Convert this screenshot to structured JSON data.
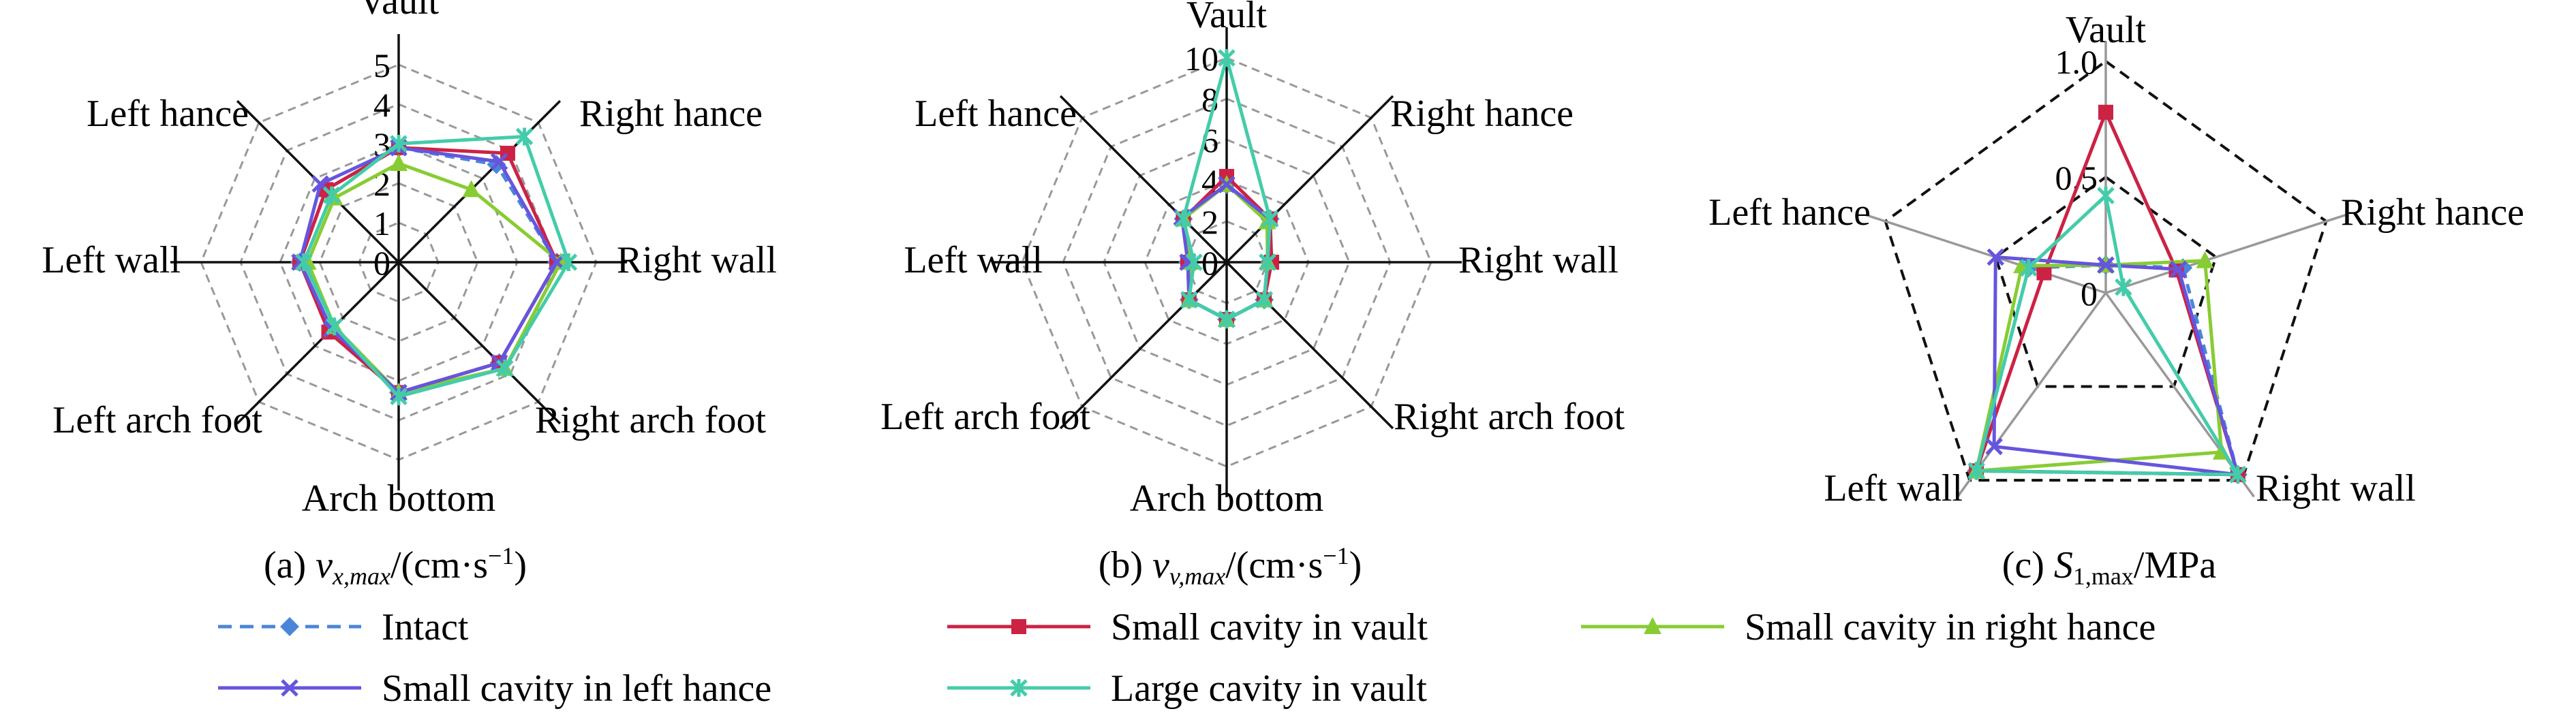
{
  "captions": {
    "a": {
      "prefix": "(a) ",
      "var": "v",
      "sub": "x,max",
      "suffix": "/(cm·s",
      "sup": "−1",
      "end": ")"
    },
    "b": {
      "prefix": "(b) ",
      "var": "v",
      "sub": "v,max",
      "suffix": "/(cm·s",
      "sup": "−1",
      "end": ")"
    },
    "c": {
      "prefix": "(c) ",
      "var": "S",
      "sub": "1,max",
      "suffix": "/MPa"
    }
  },
  "legend": [
    {
      "name": "Intact",
      "color": "#4a86d8",
      "marker": "diamond",
      "dash": true
    },
    {
      "name": "Small cavity in vault",
      "color": "#cc2244",
      "marker": "square",
      "dash": false
    },
    {
      "name": "Small cavity in right hance",
      "color": "#88cc33",
      "marker": "triangle",
      "dash": false
    },
    {
      "name": "Small cavity in left hance",
      "color": "#6655dd",
      "marker": "x",
      "dash": false
    },
    {
      "name": "Large cavity in vault",
      "color": "#44ccaa",
      "marker": "star",
      "dash": false
    }
  ],
  "chart_data": [
    {
      "type": "radar",
      "axes": [
        "Vault",
        "Right hance",
        "Right wall",
        "Right arch foot",
        "Arch bottom",
        "Left arch foot",
        "Left wall",
        "Left hance"
      ],
      "rmin": 0,
      "rmax": 5,
      "ticks": [
        "0",
        "1",
        "2",
        "3",
        "4",
        "5"
      ],
      "grid": true,
      "series": [
        {
          "name": "Intact",
          "values": [
            2.9,
            3.5,
            4.0,
            3.6,
            3.3,
            2.4,
            2.5,
            2.6
          ]
        },
        {
          "name": "Small cavity in vault",
          "values": [
            2.9,
            3.9,
            4.0,
            3.6,
            3.3,
            2.5,
            2.5,
            2.6
          ]
        },
        {
          "name": "Small cavity in right hance",
          "values": [
            2.5,
            2.6,
            4.1,
            3.8,
            3.3,
            2.3,
            2.3,
            2.3
          ]
        },
        {
          "name": "Small cavity in left hance",
          "values": [
            2.9,
            3.6,
            4.0,
            3.6,
            3.3,
            2.4,
            2.5,
            2.8
          ]
        },
        {
          "name": "Large cavity in vault",
          "values": [
            3.0,
            4.5,
            4.3,
            3.8,
            3.4,
            2.3,
            2.4,
            2.4
          ]
        }
      ]
    },
    {
      "type": "radar",
      "axes": [
        "Vault",
        "Right hance",
        "Right wall",
        "Right arch foot",
        "Arch bottom",
        "Left arch foot",
        "Left wall",
        "Left hance"
      ],
      "rmin": 0,
      "rmax": 10,
      "ticks": [
        "0",
        "2",
        "4",
        "6",
        "8",
        "10"
      ],
      "grid": true,
      "series": [
        {
          "name": "Intact",
          "values": [
            3.8,
            3.0,
            2.1,
            2.6,
            2.8,
            2.6,
            1.9,
            3.0
          ]
        },
        {
          "name": "Small cavity in vault",
          "values": [
            4.2,
            3.0,
            2.2,
            2.6,
            2.8,
            2.6,
            1.9,
            3.0
          ]
        },
        {
          "name": "Small cavity in right hance",
          "values": [
            3.8,
            2.8,
            2.0,
            2.6,
            2.8,
            2.6,
            1.8,
            3.0
          ]
        },
        {
          "name": "Small cavity in left hance",
          "values": [
            3.8,
            3.0,
            2.0,
            2.6,
            2.8,
            2.6,
            1.9,
            3.1
          ]
        },
        {
          "name": "Large cavity in vault",
          "values": [
            10.0,
            3.0,
            2.0,
            2.6,
            2.8,
            2.6,
            1.6,
            3.0
          ]
        }
      ]
    },
    {
      "type": "radar",
      "axes": [
        "Vault",
        "Right hance",
        "Right wall",
        "Left wall",
        "Left hance"
      ],
      "rmin": 0,
      "rmax": 1.0,
      "ticks": [
        "0",
        "0.5",
        "1.0"
      ],
      "grid": true,
      "series": [
        {
          "name": "Intact",
          "values": [
            0.12,
            0.35,
            0.97,
            0.95,
            0.35
          ]
        },
        {
          "name": "Small cavity in vault",
          "values": [
            0.78,
            0.32,
            0.97,
            0.95,
            0.28
          ]
        },
        {
          "name": "Small cavity in right hance",
          "values": [
            0.12,
            0.45,
            0.85,
            0.95,
            0.38
          ]
        },
        {
          "name": "Small cavity in left hance",
          "values": [
            0.12,
            0.33,
            0.97,
            0.82,
            0.5
          ]
        },
        {
          "name": "Large cavity in vault",
          "values": [
            0.42,
            0.08,
            0.97,
            0.95,
            0.35
          ]
        }
      ]
    }
  ]
}
